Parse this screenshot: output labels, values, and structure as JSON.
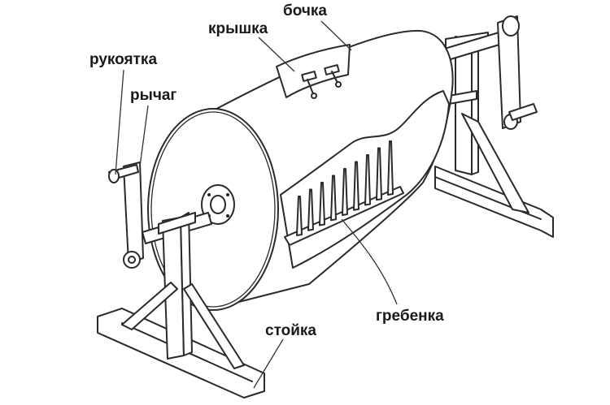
{
  "labels": {
    "barrel": "бочка",
    "lid": "крышка",
    "handle": "рукоятка",
    "lever": "рычаг",
    "comb": "гребенка",
    "stand": "стойка"
  }
}
